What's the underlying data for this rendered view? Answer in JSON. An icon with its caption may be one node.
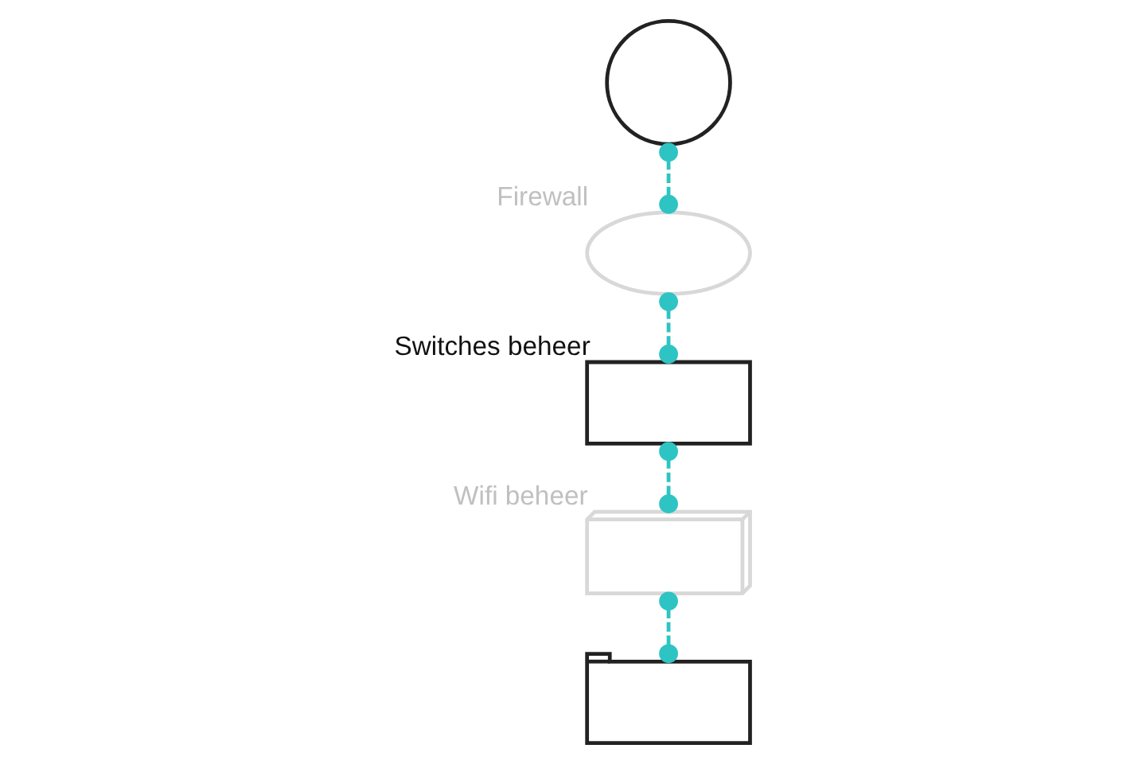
{
  "diagram": {
    "nodes": [
      {
        "text": [],
        "shape": "globe"
      },
      {
        "text": [],
        "shape": "cloud",
        "beside": [
          "Firewall"
        ]
      },
      {
        "text": [],
        "shape": "switch",
        "beside": [
          "Switches beheer"
        ]
      },
      {
        "text": [],
        "shape": "router",
        "beside": [
          "Wifi beheer"
        ]
      },
      {
        "text": [],
        "shape": "devices"
      }
    ],
    "edges": [
      {
        "from": 0,
        "to": 1,
        "arrow": "other",
        "style": "dashed",
        "color": "#2ec4c4"
      },
      {
        "from": 1,
        "to": 2,
        "arrow": "other",
        "style": "dashed",
        "color": "#2ec4c4"
      },
      {
        "from": 2,
        "to": 3,
        "arrow": "other",
        "style": "dashed",
        "color": "#2ec4c4"
      },
      {
        "from": 3,
        "to": 4,
        "arrow": "other",
        "style": "dashed",
        "color": "#2ec4c4"
      }
    ]
  }
}
